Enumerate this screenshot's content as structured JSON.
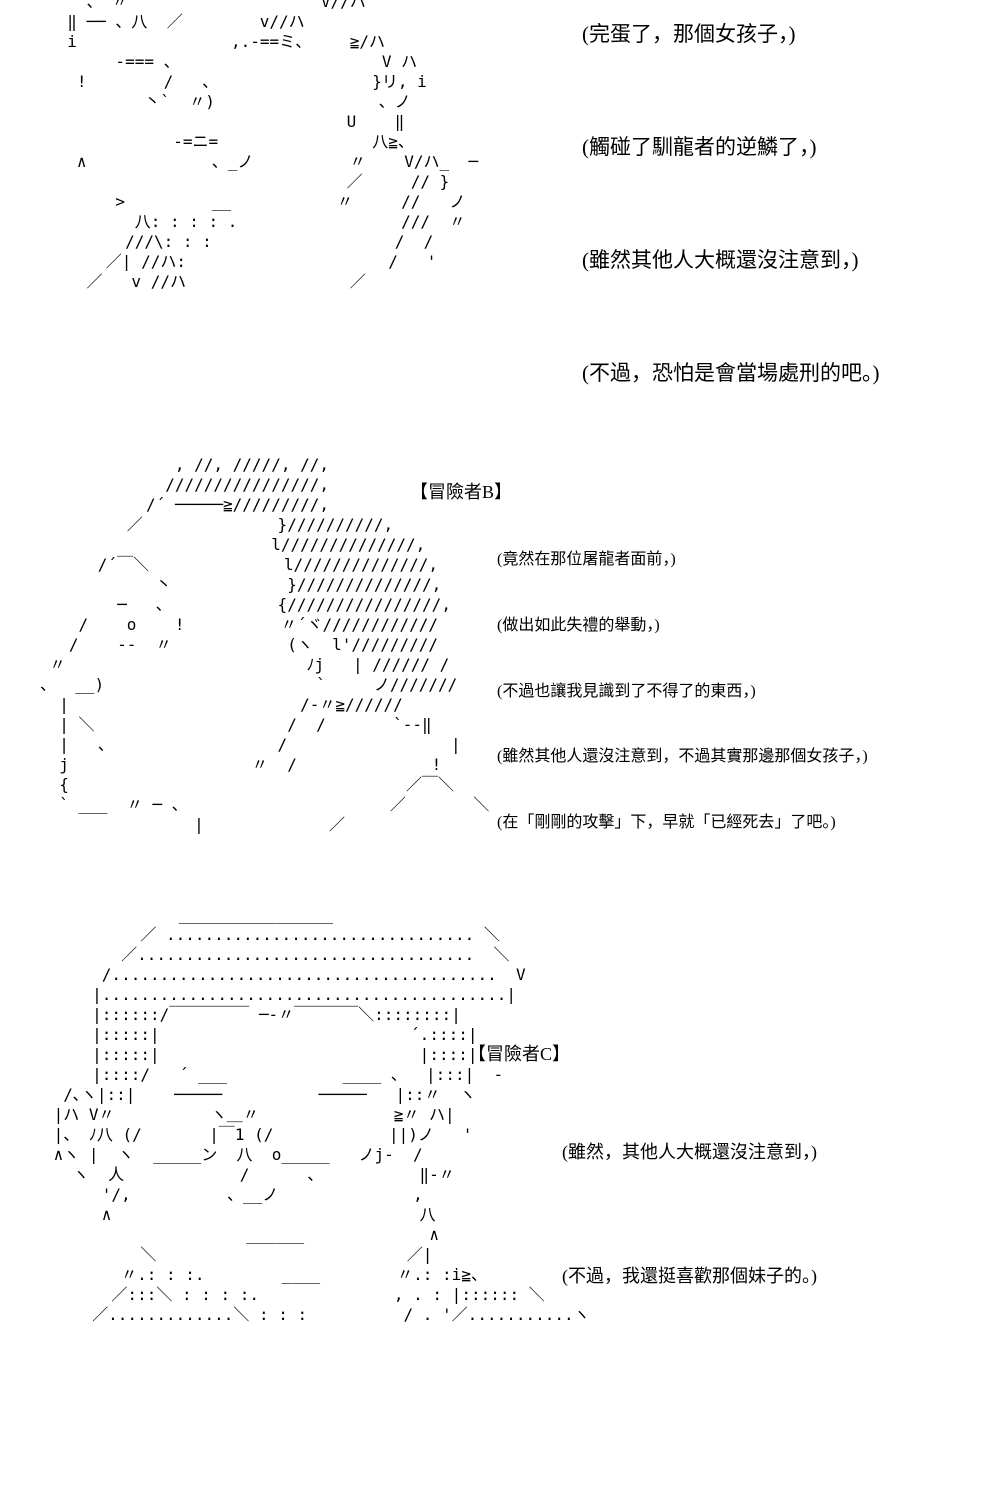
{
  "section_a": {
    "art": "    、 〃                    V//ハ\n  ‖ ── 、八  ／        v//ハ\n  i                ,.-==ミ、    ≧/ハ\n       -=== 、                     V ハ\n   !        /   、                }リ, i\n          丶`  〃)                 、ノ\n                               U    ‖\n             -=ニ=                八≧、\n   ∧             、_ノ          〃    V/ハ_  ─\n                               ／     // }\n       >         __           〃     //   ノ\n         八: : : : .                 ///  〃\n        ///\\: : :                   /  /\n      ／| //ハ:                     /   '\n    ／   v //ハ                 ／",
    "lines": [
      "(完蛋了，那個女孩子，)",
      "(觸碰了馴龍者的逆鱗了，)",
      "(雖然其他人大概還沒注意到，)",
      "(不過，恐怕是會當場處刑的吧。)"
    ]
  },
  "section_b": {
    "art": "              , //, /////, //,\n             ////////////////,\n           /´ ─────≧/////////,\n         ／              }//////////,\n                        l//////////////,\n      /´￣＼              l//////////////,\n            丶            }//////////////,\n        ─   、           {////////////////,\n    /    o    !          〃´ヾ////////////\n   /    ‐‐  〃            (ヽ  l'/////////\n 〃                         ﾉj   | ////// /\n、  __)                      `     ノ///////\n  |                        /‐〃≧//////\n  | ＼                    /  /       `‐‐‖\n  |   、                 /                 |\n  j                   〃  /              !\n  {                                   ／￣＼\n  ` ___  〃 ─ 、                     ／       ＼\n                |             ／",
    "speaker": "【冒險者B】",
    "lines": [
      "(竟然在那位屠龍者面前，)",
      "(做出如此失禮的舉動，)",
      "(不過也讓我見識到了不得了的東西，)",
      "(雖然其他人還沒注意到，不過其實那邊那個女孩子，)",
      "(在「剛剛的攻擊」下，早就「已經死去」了吧。)"
    ]
  },
  "section_c": {
    "art": "              ________________\n          ／ ................................ ＼\n        ／...................................  ＼\n      /........................................  V\n     |..........................................|\n     |::::::/￣￣￣￣￣ ─‐〃￣￣￣￣＼::::::::|\n     |:::::|                          ´.::::|\n     |:::::|                           |::::|\n     |::::/   ´ ___            ____ 、  |:::|  -\n  /､ヽ|::|    ─────          ─────   |::〃  ヽ\n |ハ V〃          ヽ＿〃              ≧〃 ハ|\n |、 ﾉ八 (/       |￣1 (/            ||)ノ   '\n ∧ヽ |  ヽ  _____ン  八  o_____   ノj‐  /\n   ヽ  人            /      、          ‖‐〃\n      '/,          、__ノ              ,\n      ∧                                八\n                     ______             ∧\n          ＼                          ／|\n        〃.: : :.        ____        〃.: :i≧、\n       ／:::＼ : : : :.              , . : |:::::: ＼\n     ／.............＼ : : :          / . '／...........ヽ",
    "speaker": "【冒險者C】",
    "lines": [
      "(雖然，其他人大概還沒注意到，)",
      "(不過，我還挺喜歡那個妹子的。)"
    ]
  }
}
